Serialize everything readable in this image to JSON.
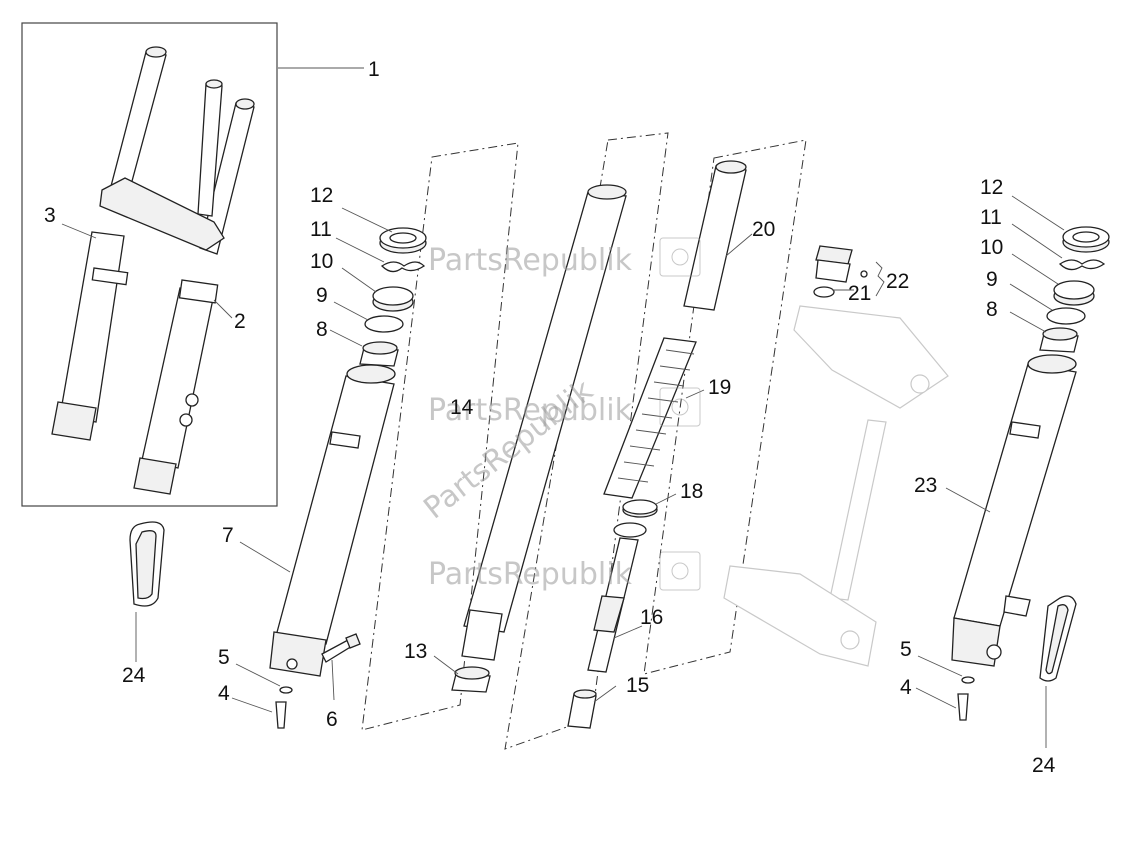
{
  "watermark": {
    "text": "PartsRepublik"
  },
  "callouts": {
    "c1": "1",
    "c2": "2",
    "c3": "3",
    "c4a": "4",
    "c4b": "4",
    "c5a": "5",
    "c5b": "5",
    "c6": "6",
    "c7": "7",
    "c8a": "8",
    "c8b": "8",
    "c9a": "9",
    "c9b": "9",
    "c10a": "10",
    "c10b": "10",
    "c11a": "11",
    "c11b": "11",
    "c12a": "12",
    "c12b": "12",
    "c13": "13",
    "c14": "14",
    "c15": "15",
    "c16": "16",
    "c18": "18",
    "c19": "19",
    "c20": "20",
    "c21": "21",
    "c22": "22",
    "c23": "23",
    "c24a": "24",
    "c24b": "24"
  }
}
